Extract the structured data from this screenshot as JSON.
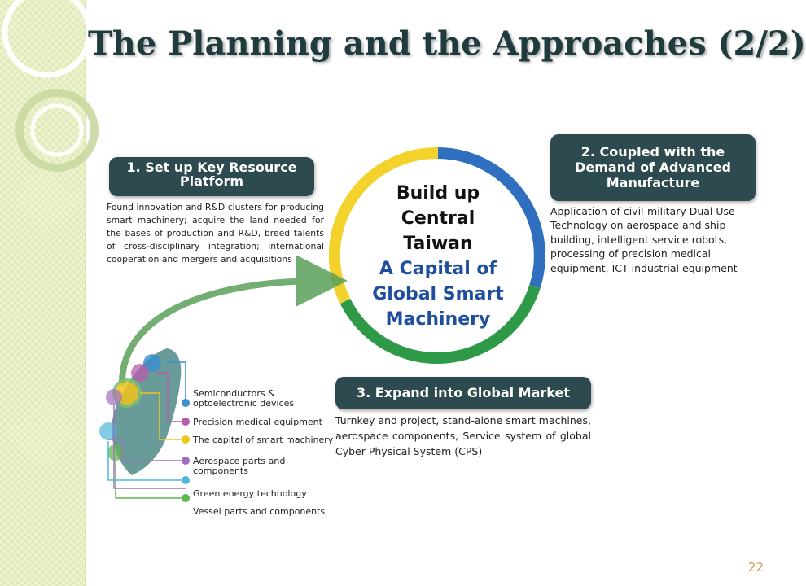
{
  "slide": {
    "title": "The Planning and the Approaches (2/2)",
    "page_number": "22"
  },
  "center": {
    "line1": "Build up",
    "line2": "Central",
    "line3": "Taiwan",
    "line4": "A Capital of",
    "line5": "Global Smart",
    "line6": "Machinery"
  },
  "approaches": [
    {
      "heading": "1. Set up Key Resource Platform",
      "description": "Found innovation and R&D clusters for producing smart machinery; acquire the land needed for the bases of production and R&D, breed talents of cross-disciplinary integration; international cooperation and mergers and acquisitions"
    },
    {
      "heading": "2. Coupled with the Demand of Advanced Manufacture",
      "description": "Application of civil-military Dual Use Technology on aerospace and ship building, intelligent service robots, processing of precision medical equipment, ICT industrial equipment"
    },
    {
      "heading": "3. Expand into Global Market",
      "description": "Turnkey and project, stand-alone smart machines, aerospace components, Service system of global Cyber Physical System (CPS)"
    }
  ],
  "legend": [
    {
      "label": "Semiconductors & optoelectronic devices",
      "color": "#3a8fd0"
    },
    {
      "label": "Precision medical equipment",
      "color": "#b85ca8"
    },
    {
      "label": "The capital of smart machinery",
      "color": "#f2c51c"
    },
    {
      "label": "Aerospace parts and components",
      "color": "#a070c0"
    },
    {
      "label": "Green energy technology",
      "color": "#4fb8d8"
    },
    {
      "label": "Vessel parts and components",
      "color": "#5db84e"
    }
  ],
  "colors": {
    "box_bg": "#2d4a4f",
    "accent_blue": "#1f4e9c",
    "ring_yellow": "#f2d22b",
    "ring_blue": "#2f6fc0",
    "ring_green": "#2e9a48",
    "arrow_green": "#5aa05a"
  }
}
